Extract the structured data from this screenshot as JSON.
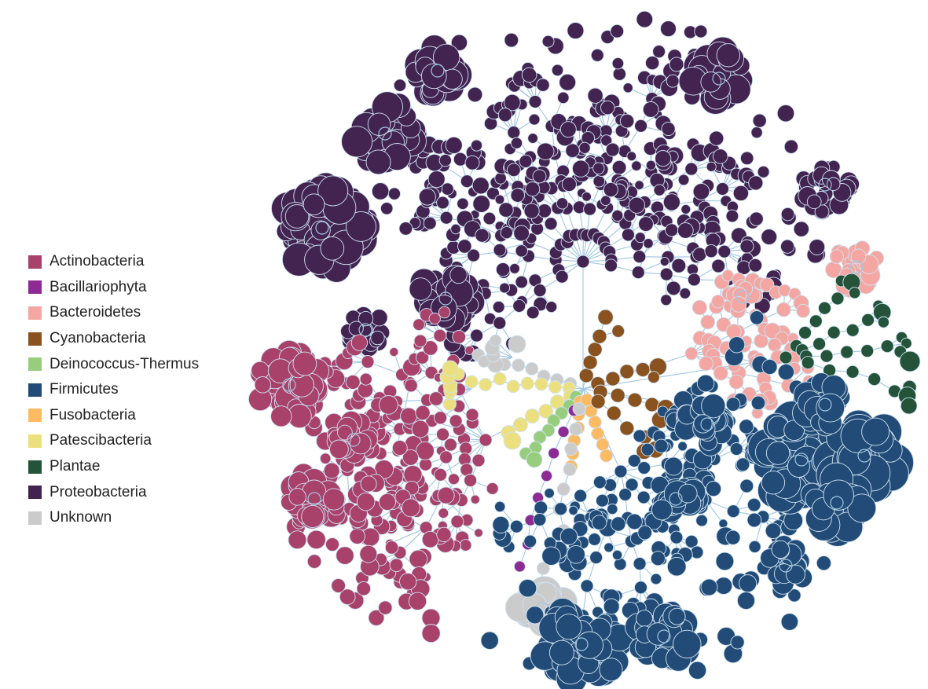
{
  "legend": {
    "items": [
      {
        "label": "Actinobacteria",
        "color": "#a8426a"
      },
      {
        "label": "Bacillariophyta",
        "color": "#8e2a94"
      },
      {
        "label": "Bacteroidetes",
        "color": "#f4a7a2"
      },
      {
        "label": "Cyanobacteria",
        "color": "#8a521e"
      },
      {
        "label": "Deinococcus-Thermus",
        "color": "#98cd7e"
      },
      {
        "label": "Firmicutes",
        "color": "#224c77"
      },
      {
        "label": "Fusobacteria",
        "color": "#fcba63"
      },
      {
        "label": "Patescibacteria",
        "color": "#ece07e"
      },
      {
        "label": "Plantae",
        "color": "#24533a"
      },
      {
        "label": "Proteobacteria",
        "color": "#432451"
      },
      {
        "label": "Unknown",
        "color": "#cbcbcb"
      }
    ]
  },
  "diagram": {
    "type": "radial taxonomic tree",
    "edge_color": "#9fc6e2"
  }
}
